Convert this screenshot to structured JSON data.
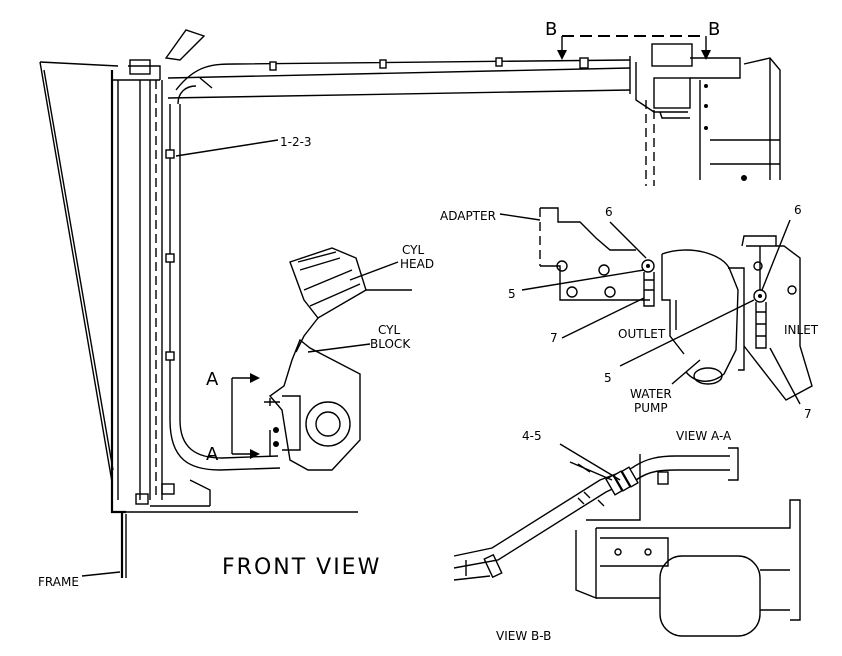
{
  "labels": {
    "section_b_left": "B",
    "section_b_right": "B",
    "callout_1_2_3": "1-2-3",
    "cyl_head_line1": "CYL",
    "cyl_head_line2": "HEAD",
    "cyl_block_line1": "CYL",
    "cyl_block_line2": "BLOCK",
    "section_a_top": "A",
    "section_a_bottom": "A",
    "adapter": "ADAPTER",
    "callout_6_left": "6",
    "callout_6_right": "6",
    "callout_5_left": "5",
    "callout_5_bottom": "5",
    "callout_7_left": "7",
    "callout_7_right": "7",
    "outlet": "OUTLET",
    "inlet": "INLET",
    "water_pump_line1": "WATER",
    "water_pump_line2": "PUMP",
    "view_a_a": "VIEW A-A",
    "callout_4_5": "4-5",
    "front_view": "FRONT VIEW",
    "frame": "FRAME",
    "view_b_b": "VIEW B-B"
  }
}
